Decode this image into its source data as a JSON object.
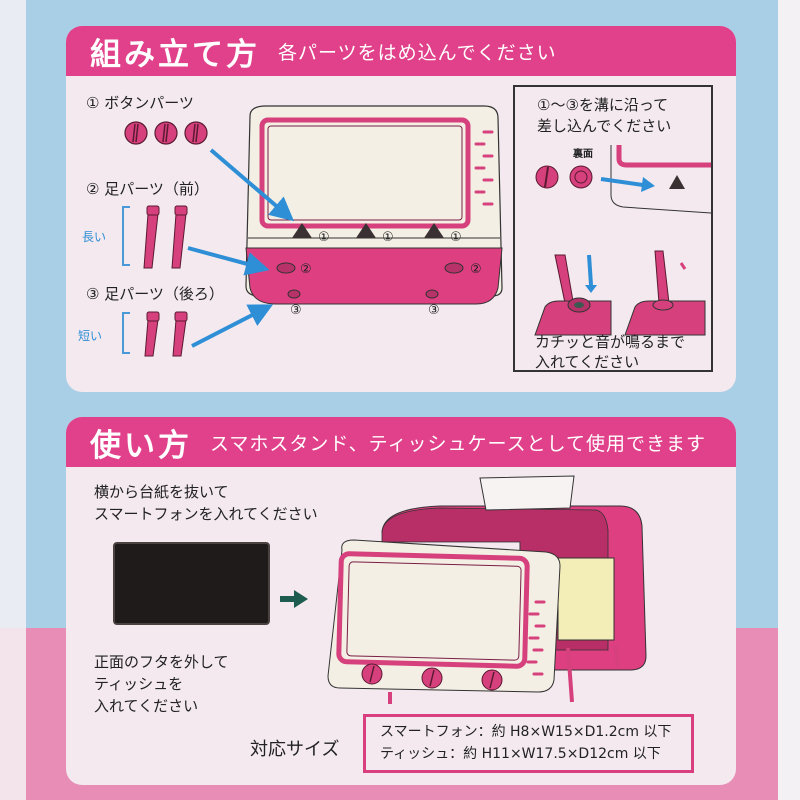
{
  "colors": {
    "background_top": "#a9cfe6",
    "background_bottom": "#e88db6",
    "header_magenta": "#e0418a",
    "panel_bg": "#f3e9ef",
    "part_pink": "#d6407c",
    "arrow_blue": "#2f8fd6",
    "arrow_teal": "#1f5c50",
    "device_cream": "#f4efe4"
  },
  "assembly": {
    "title": "組み立て方",
    "subtitle": "各パーツをはめ込んでください",
    "parts": [
      {
        "label": "① ボタンパーツ"
      },
      {
        "label": "② 足パーツ（前）",
        "length_label": "長い"
      },
      {
        "label": "③ 足パーツ（後ろ）",
        "length_label": "短い"
      }
    ],
    "device_markers": {
      "button_mark": "①",
      "front_leg_mark": "②",
      "back_leg_mark": "③"
    },
    "inset": {
      "instruction_line1": "①〜③を溝に沿って",
      "instruction_line2": "差し込んでください",
      "back_side_label": "裏面",
      "click_line1": "カチッと音が鳴るまで",
      "click_line2": "入れてください"
    }
  },
  "usage": {
    "title": "使い方",
    "subtitle": "スマホスタンド、ティッシュケースとして使用できます",
    "phone_line1": "横から台紙を抜いて",
    "phone_line2": "スマートフォンを入れてください",
    "tissue_line1": "正面のフタを外して",
    "tissue_line2": "ティッシュを",
    "tissue_line3": "入れてください",
    "size_label": "対応サイズ",
    "sizes": [
      {
        "text": "スマートフォン：約 H8×W15×D1.2cm 以下"
      },
      {
        "text": "ティッシュ：約 H11×W17.5×D12cm 以下"
      }
    ]
  }
}
